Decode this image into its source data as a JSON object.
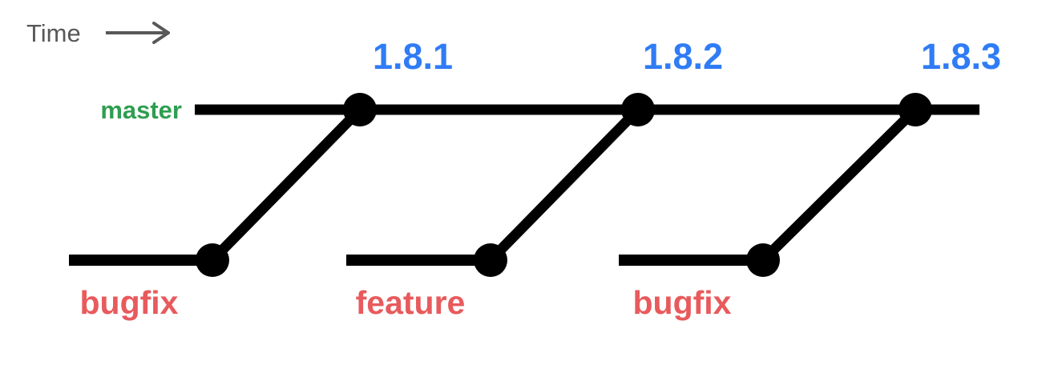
{
  "diagram": {
    "time": {
      "label": "Time",
      "arrow_icon": "right-arrow"
    },
    "master": {
      "label": "master"
    },
    "releases": [
      {
        "label": "1.8.1"
      },
      {
        "label": "1.8.2"
      },
      {
        "label": "1.8.3"
      }
    ],
    "branches": [
      {
        "label": "bugfix"
      },
      {
        "label": "feature"
      },
      {
        "label": "bugfix"
      }
    ],
    "colors": {
      "line": "#000000",
      "time_label": "#58585a",
      "master_label": "#2e9e4f",
      "release_label": "#2f7cf6",
      "branch_label": "#e85a5c",
      "background": "#ffffff"
    }
  }
}
